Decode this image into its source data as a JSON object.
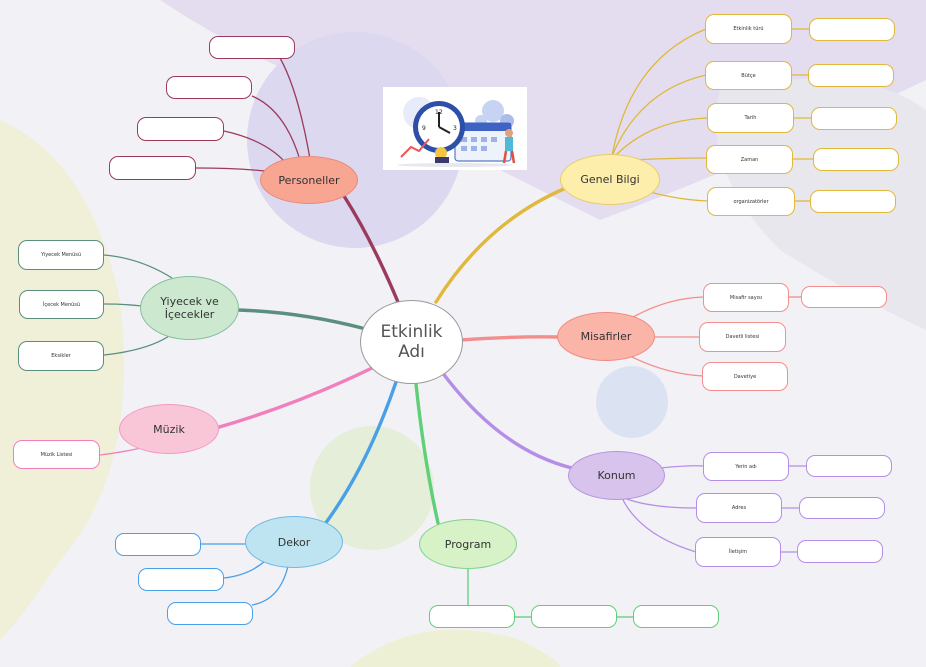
{
  "center": {
    "label": "Etkinlik Adı"
  },
  "colors": {
    "personel": "#9b3b5c",
    "genel": "#e0b83c",
    "misafir": "#f28e8e",
    "konum": "#b58ee8",
    "program": "#5fcf78",
    "dekor": "#4aa0e8",
    "muzik": "#f27fbd",
    "yiyecek": "#5a8f7e"
  },
  "branches": {
    "personeller": {
      "label": "Personeller",
      "subtopics": [
        "",
        "",
        "",
        ""
      ]
    },
    "genel_bilgi": {
      "label": "Genel Bilgi",
      "subtopics": [
        "Etkinlik türü",
        "Bütçe",
        "Tarih",
        "Zaman",
        "organizatörler"
      ],
      "details": [
        "",
        "",
        "",
        "",
        ""
      ]
    },
    "misafirler": {
      "label": "Misafirler",
      "subtopics": [
        "Misafir sayısı",
        "Davetli listesi",
        "Davetiye"
      ],
      "details": [
        ""
      ]
    },
    "konum": {
      "label": "Konum",
      "subtopics": [
        "Yerin adı",
        "Adres",
        "İletişim"
      ],
      "details": [
        "",
        "",
        ""
      ]
    },
    "program": {
      "label": "Program",
      "subtopics": [
        "",
        "",
        ""
      ]
    },
    "dekor": {
      "label": "Dekor",
      "subtopics": [
        "",
        "",
        ""
      ]
    },
    "muzik": {
      "label": "Müzik",
      "subtopics": [
        "Müzik Listesi"
      ]
    },
    "yiyecek": {
      "label": "Yiyecek ve İçecekler",
      "subtopics": [
        "Yiyecek Menüsü",
        "İçecek Menüsü",
        "Eksikler"
      ]
    }
  },
  "illustration": {
    "icon": "calendar-clock-icon"
  }
}
